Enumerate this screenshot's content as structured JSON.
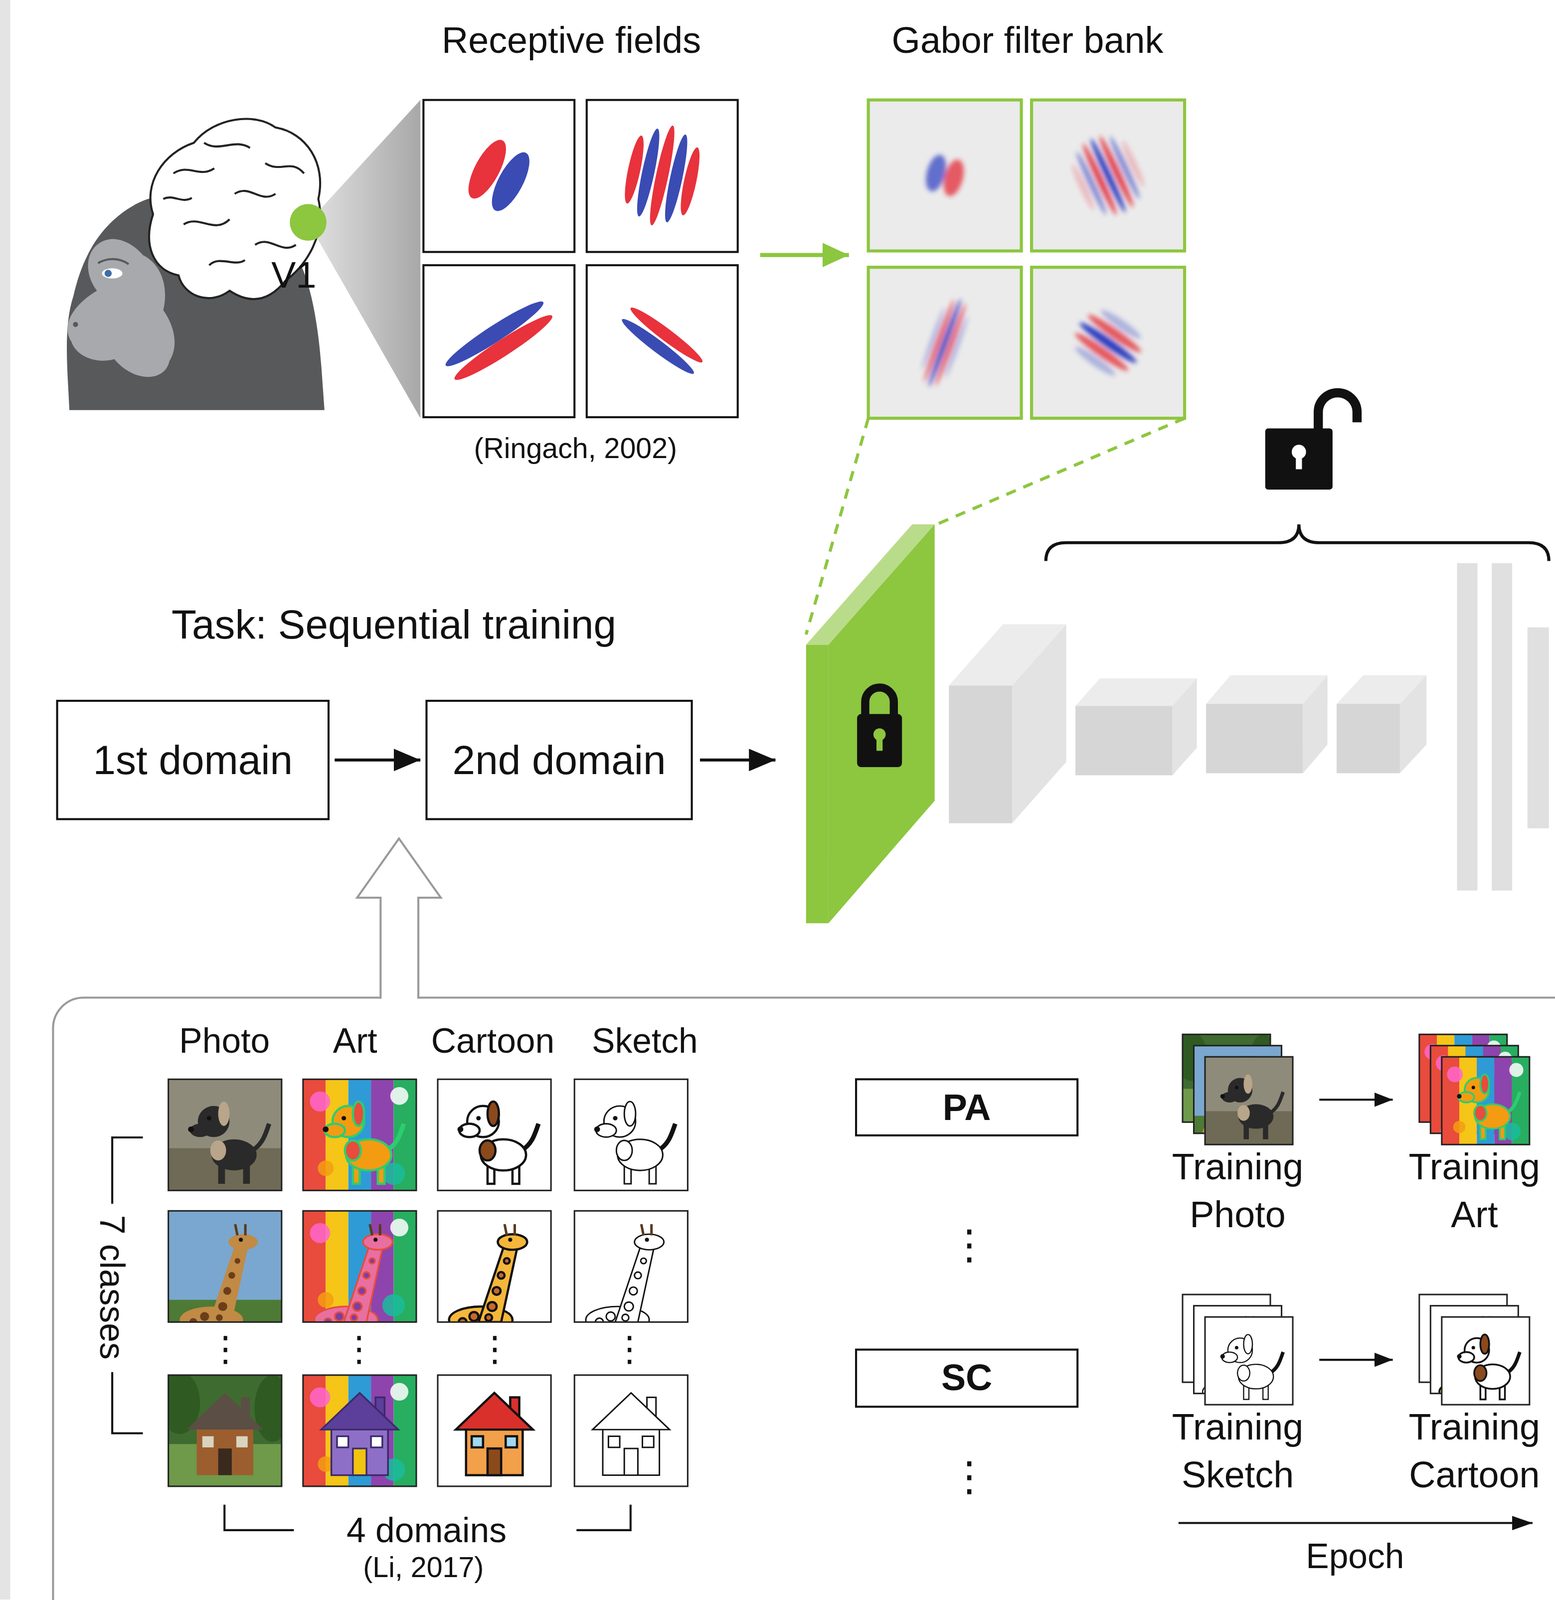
{
  "diagram": {
    "nodes": [
      {
        "text": [
          "1st domain"
        ]
      },
      {
        "text": [
          "2nd domain"
        ]
      },
      {
        "text": [
          "PA"
        ]
      },
      {
        "text": [
          "SC"
        ]
      },
      {
        "text": [
          "Training Photo"
        ]
      },
      {
        "text": [
          "Training Art"
        ]
      },
      {
        "text": [
          "Training Sketch"
        ]
      },
      {
        "text": [
          "Training Cartoon"
        ]
      }
    ],
    "edges": [
      {
        "from": 0,
        "to": 1,
        "arrow": "to"
      },
      {
        "from": 4,
        "to": 5,
        "arrow": "to"
      },
      {
        "from": 6,
        "to": 7,
        "arrow": "to"
      }
    ],
    "labels": [
      "V1",
      "Receptive fields",
      "Gabor filter bank",
      "(Ringach, 2002)",
      "Task: Sequential training",
      "Photo",
      "Art",
      "Cartoon",
      "Sketch",
      "⋮",
      "⋮",
      "⋮",
      "⋮",
      "7 classes",
      "4 domains",
      "(Li, 2017)",
      "⋮",
      "⋮",
      "Epoch"
    ]
  }
}
